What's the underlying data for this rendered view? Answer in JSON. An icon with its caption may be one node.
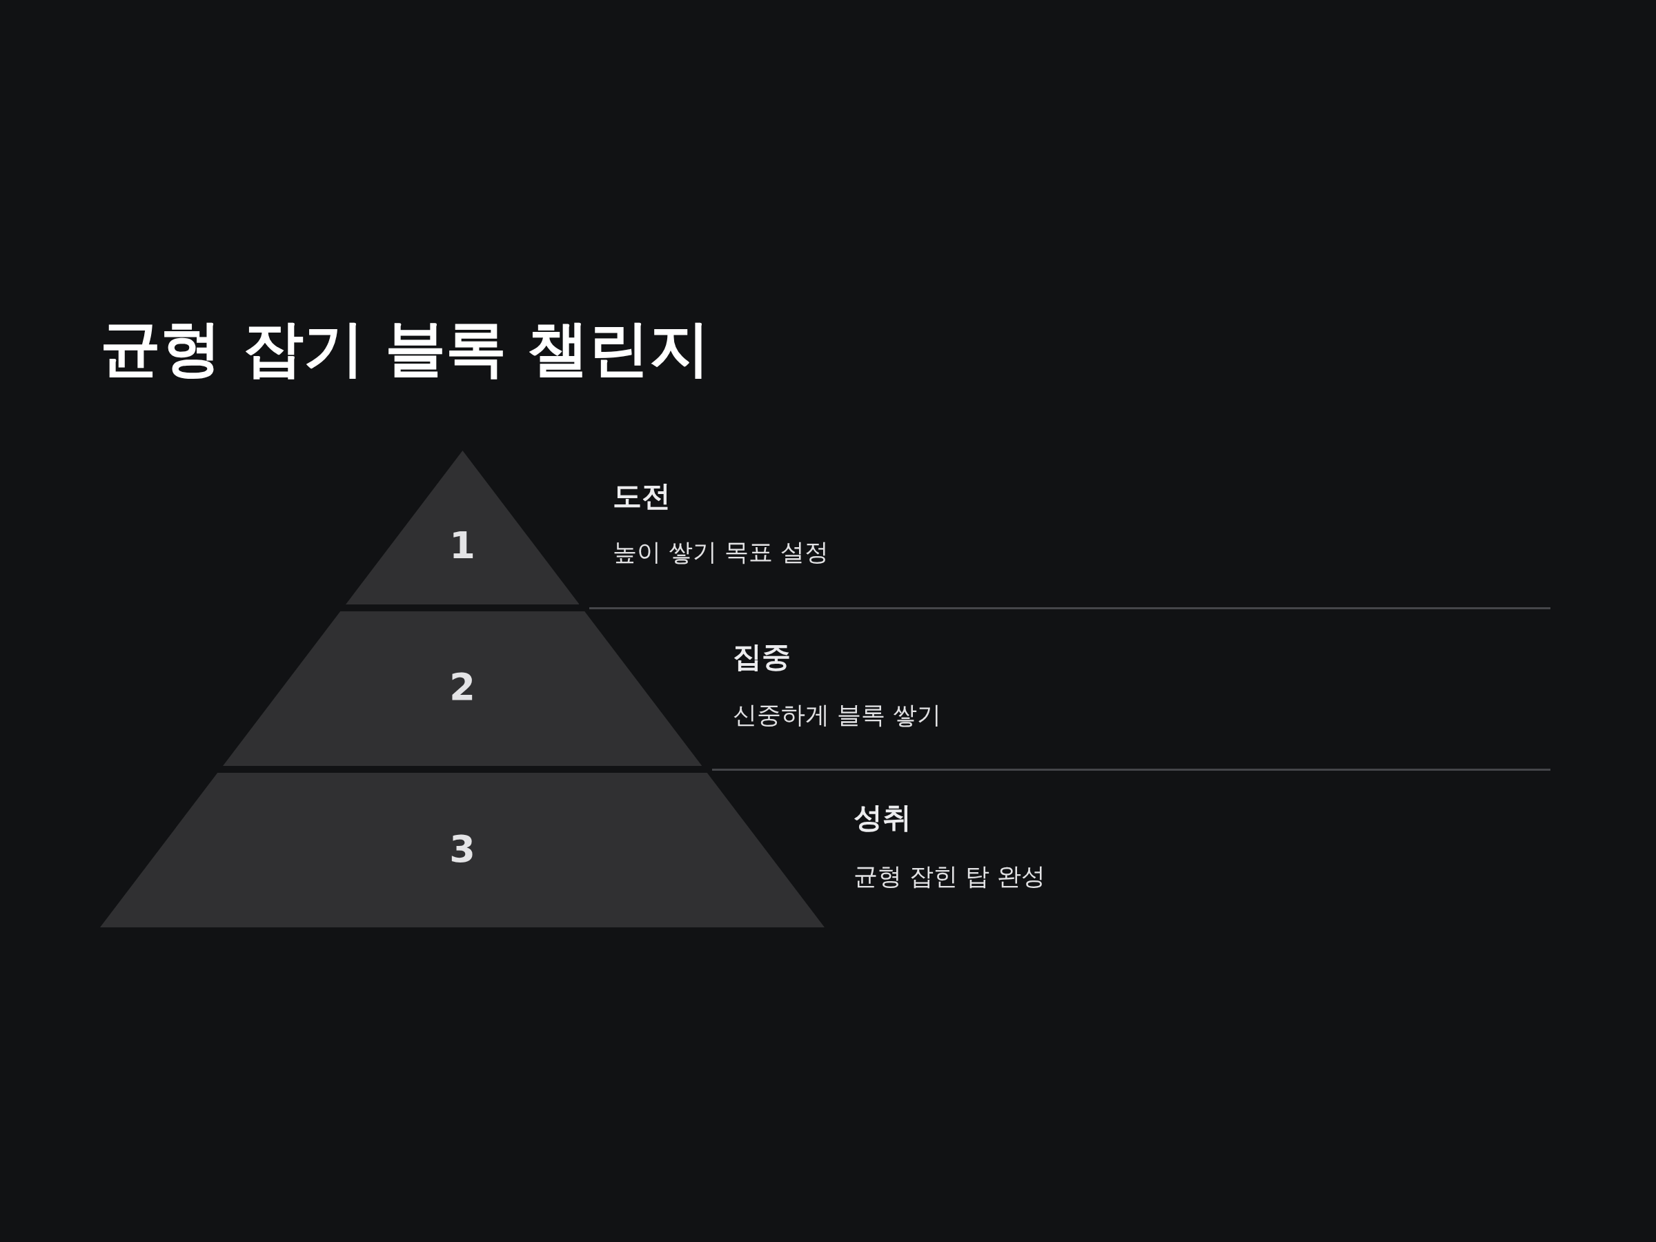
{
  "diagram": {
    "title": "균형 잡기 블록 챌린지",
    "nodes": [
      {
        "text": [
          "1"
        ],
        "beside": [
          "도전",
          "높이 쌓기 목표 설정"
        ]
      },
      {
        "text": [
          "2"
        ],
        "beside": [
          "집중",
          "신중하게 블록 쌓기"
        ]
      },
      {
        "text": [
          "3"
        ],
        "beside": [
          "성취",
          "균형 잡힌 탑 완성"
        ]
      }
    ]
  }
}
